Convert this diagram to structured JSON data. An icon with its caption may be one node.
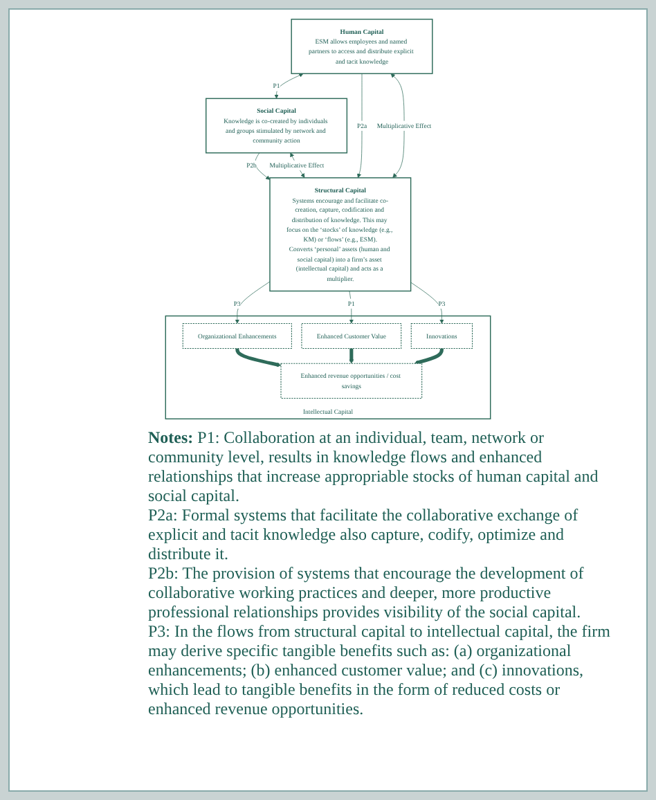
{
  "diagram": {
    "nodes": [
      {
        "text": [
          "Human Capital",
          "ESM allows employees and named partners to access and distribute explicit and tacit knowledge"
        ]
      },
      {
        "text": [
          "Social Capital",
          "Knowledge is co-created by individuals and groups stimulated by network and community action"
        ]
      },
      {
        "text": [
          "Structural Capital",
          "Systems encourage and facilitate co-creation, capture, codification and distribution of knowledge. This may focus on the ‘stocks’ of knowledge (e.g., KM) or ‘flows’ (e.g., ESM).",
          "Converts ‘personal’ assets (human and social capital) into a firm’s asset (intellectual capital) and acts as a multiplier."
        ]
      },
      {
        "text": [
          "Intellectual Capital"
        ]
      },
      {
        "text": [
          "Organizational Enhancements"
        ],
        "in": 3
      },
      {
        "text": [
          "Enhanced Customer Value"
        ],
        "in": 3
      },
      {
        "text": [
          "Innovations"
        ],
        "in": 3
      },
      {
        "text": [
          "Enhanced revenue opportunities / cost savings"
        ],
        "in": 3
      }
    ],
    "edges": [
      {
        "from": 0,
        "to": 1,
        "arrow": "both",
        "label": "P1"
      },
      {
        "from": 0,
        "to": 2,
        "arrow": "to",
        "label": "P2a"
      },
      {
        "from": 1,
        "to": 2,
        "arrow": "to",
        "label": "P2b"
      },
      {
        "from": 2,
        "to": 0,
        "arrow": "both",
        "label": "Multiplicative Effect"
      },
      {
        "from": 2,
        "to": 1,
        "arrow": "both",
        "label": "Multiplicative Effect"
      },
      {
        "from": 2,
        "to": 4,
        "arrow": "to",
        "label": "P3"
      },
      {
        "from": 2,
        "to": 5,
        "arrow": "to",
        "label": "P1"
      },
      {
        "from": 2,
        "to": 6,
        "arrow": "to",
        "label": "P3"
      },
      {
        "from": 4,
        "to": 7,
        "arrow": "to",
        "style": "thick"
      },
      {
        "from": 5,
        "to": 7,
        "arrow": "to",
        "style": "thick"
      },
      {
        "from": 6,
        "to": 7,
        "arrow": "to",
        "style": "thick"
      }
    ],
    "labels": [
      "Notes:",
      "P1: Collaboration at an individual, team, network or community level, results in knowledge flows and enhanced relationships that increase appropriable stocks of human capital and social capital.",
      "P2a: Formal systems that facilitate the collaborative exchange of explicit and tacit knowledge also capture, codify, optimize and distribute it.",
      "P2b: The provision of systems that encourage the development of collaborative working practices and deeper, more productive professional relationships provides visibility of the social capital.",
      "P3: In the flows from structural capital to intellectual capital, the firm may derive specific tangible benefits such as: (a) organizational enhancements; (b) enhanced customer value; and (c) innovations, which lead to tangible benefits in the form of reduced costs or enhanced revenue opportunities."
    ]
  }
}
